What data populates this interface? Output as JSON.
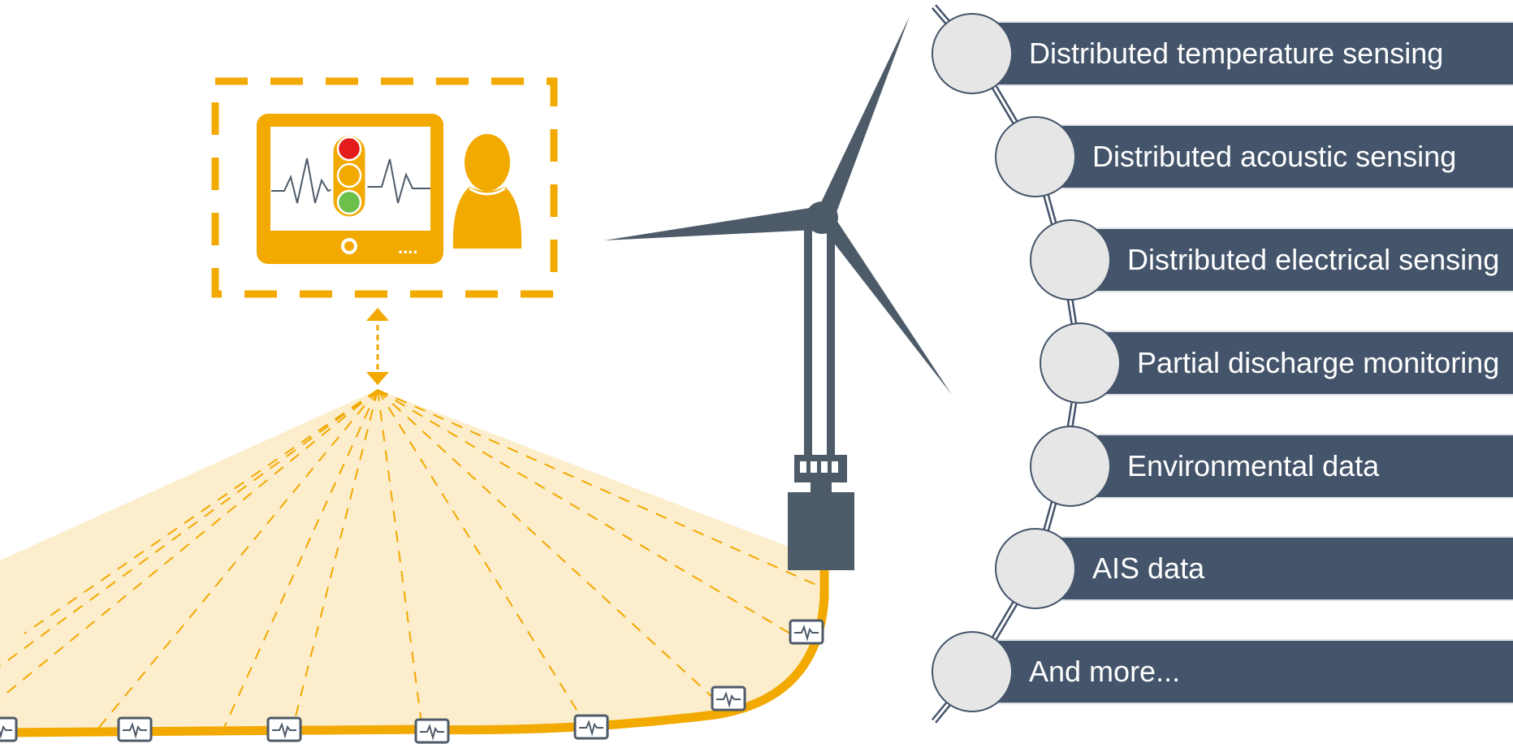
{
  "colors": {
    "accent": "#f2a900",
    "fan_fill": "#fcedcc",
    "turbine": "#4d5a68",
    "bar": "#44546a",
    "circle": "#e6e6e6",
    "signal_red": "#e31b1b",
    "signal_green": "#6cbf4b"
  },
  "icons": {
    "monitor": "monitor-icon",
    "traffic_light": "traffic-light-icon",
    "operator": "operator-icon",
    "updown_arrow": "double-arrow-icon",
    "turbine": "wind-turbine-icon",
    "sensor": "sensor-pulse-icon"
  },
  "monitor": {
    "dots": "...."
  },
  "sensing_list": {
    "items": [
      {
        "label": "Distributed temperature sensing"
      },
      {
        "label": "Distributed acoustic sensing"
      },
      {
        "label": "Distributed electrical sensing"
      },
      {
        "label": "Partial discharge monitoring"
      },
      {
        "label": "Environmental data"
      },
      {
        "label": "AIS data"
      },
      {
        "label": "And more..."
      }
    ]
  }
}
